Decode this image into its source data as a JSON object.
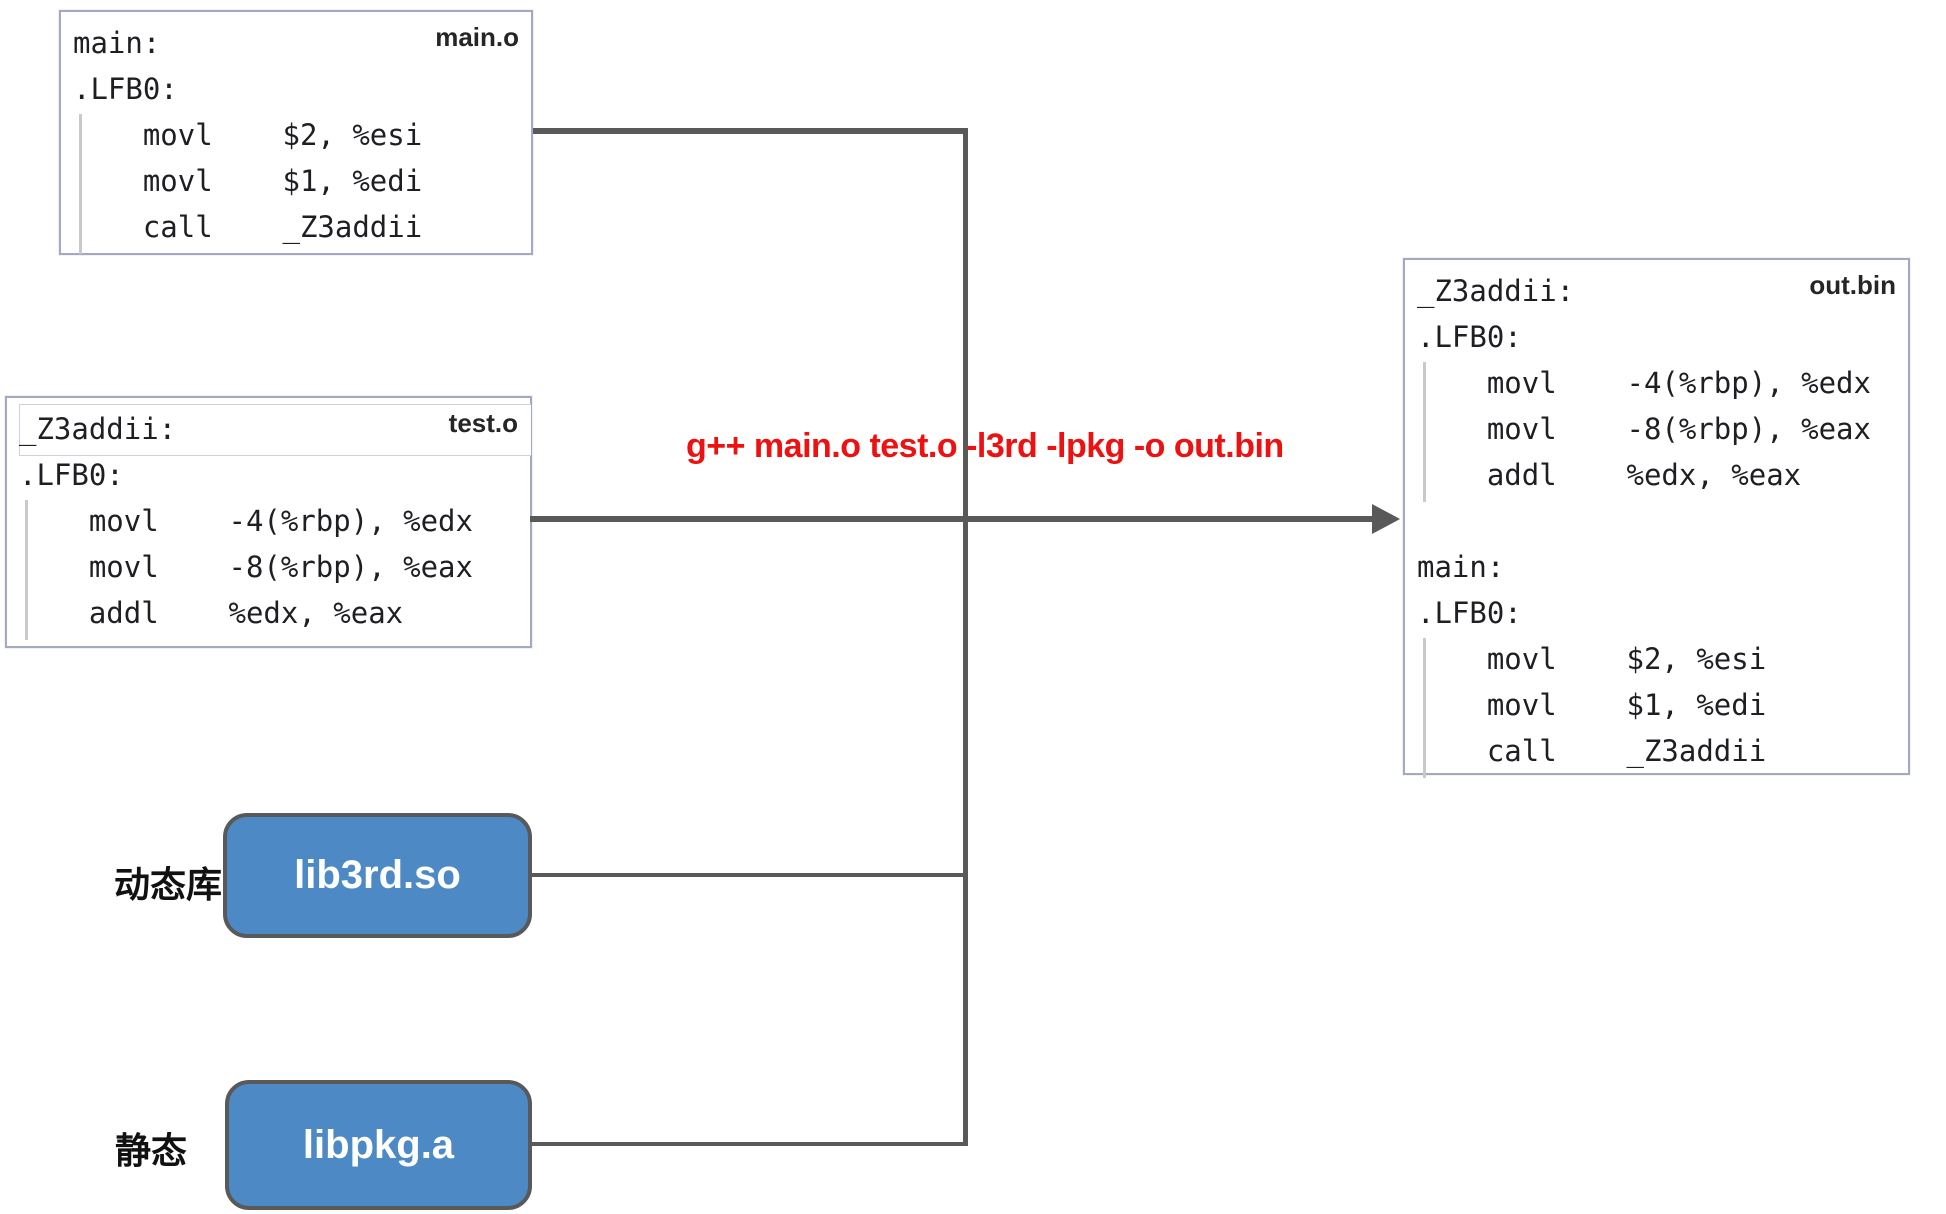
{
  "boxes": {
    "main_o": {
      "title": "main.o",
      "code": "main:\n.LFB0:\n    movl    $2, %esi\n    movl    $1, %edi\n    call    _Z3addii"
    },
    "test_o": {
      "title": "test.o",
      "code": "_Z3addii:\n.LFB0:\n    movl    -4(%rbp), %edx\n    movl    -8(%rbp), %eax\n    addl    %edx, %eax"
    },
    "out_bin": {
      "title": "out.bin",
      "code": "_Z3addii:\n.LFB0:\n    movl    -4(%rbp), %edx\n    movl    -8(%rbp), %eax\n    addl    %edx, %eax\n\nmain:\n.LFB0:\n    movl    $2, %esi\n    movl    $1, %edi\n    call    _Z3addii"
    }
  },
  "libraries": {
    "dynamic": {
      "label": "动态库",
      "name": "lib3rd.so"
    },
    "static": {
      "label": "静态",
      "name": "libpkg.a"
    }
  },
  "command": {
    "text": "g++ main.o test.o -l3rd -lpkg -o out.bin",
    "color": "#ee1111"
  },
  "colors": {
    "connector": "#595959",
    "library_fill": "#4d8ac5",
    "library_text": "#ffffff",
    "code_box_border": "#a3a9c4",
    "code_text": "#1f1f23",
    "indent_guide": "#c9c9c9"
  }
}
